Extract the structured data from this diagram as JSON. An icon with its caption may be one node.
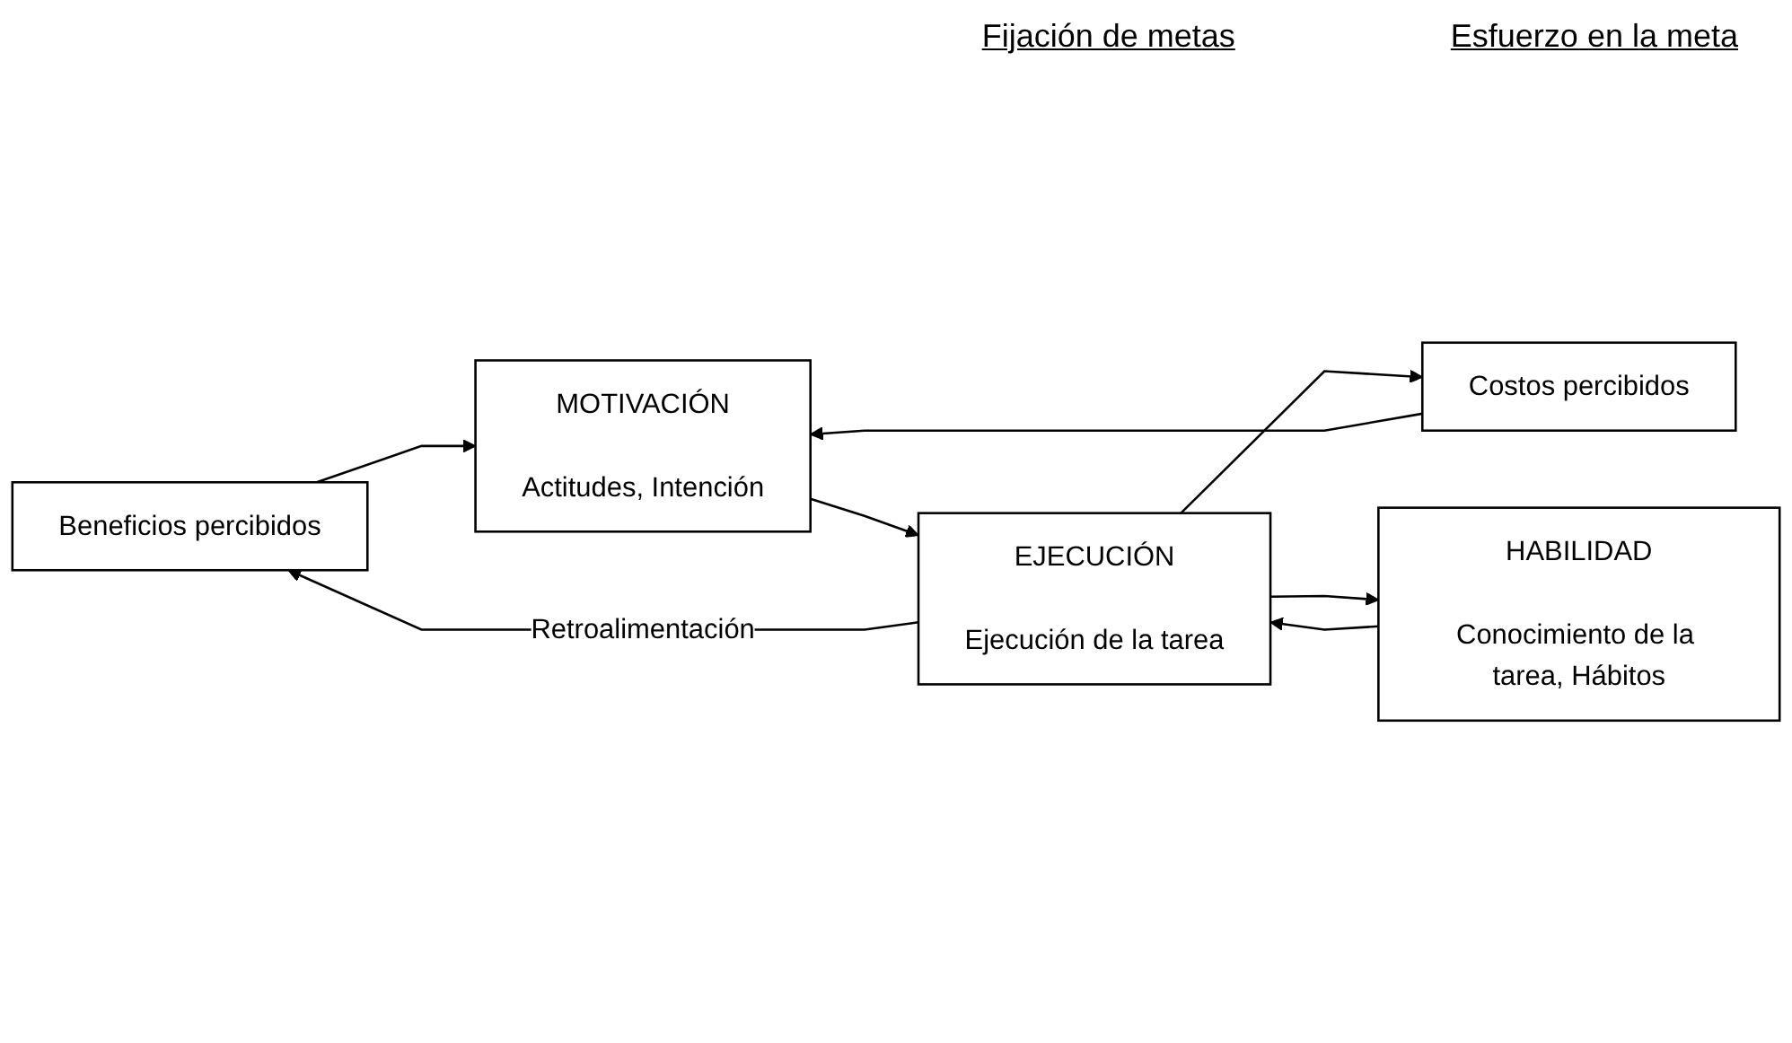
{
  "diagram": {
    "nodes": [
      {
        "text": [
          "Beneficios percibidos"
        ]
      },
      {
        "text": [
          "Costos percibidos"
        ]
      },
      {
        "text": [
          "MOTIVACIÓN",
          "Actitudes, Intención"
        ]
      },
      {
        "text": [
          "EJECUCIÓN",
          "Ejecución de la tarea"
        ]
      },
      {
        "text": [
          "HABILIDAD",
          "Conocimiento de la tarea, Hábitos"
        ]
      }
    ],
    "edges": [
      {
        "from": 0,
        "to": 2,
        "arrow": "to"
      },
      {
        "from": 1,
        "to": 2,
        "arrow": "to"
      },
      {
        "from": 2,
        "to": 3,
        "arrow": "to"
      },
      {
        "from": 4,
        "to": 3,
        "arrow": "to"
      },
      {
        "from": 3,
        "to": 0,
        "arrow": "to",
        "label": "Retroalimentación"
      },
      {
        "from": 3,
        "to": 1,
        "arrow": "to"
      },
      {
        "from": 3,
        "to": 4,
        "arrow": "to"
      }
    ],
    "labels": [
      "Fijación de metas",
      "Esfuerzo en la meta"
    ]
  }
}
